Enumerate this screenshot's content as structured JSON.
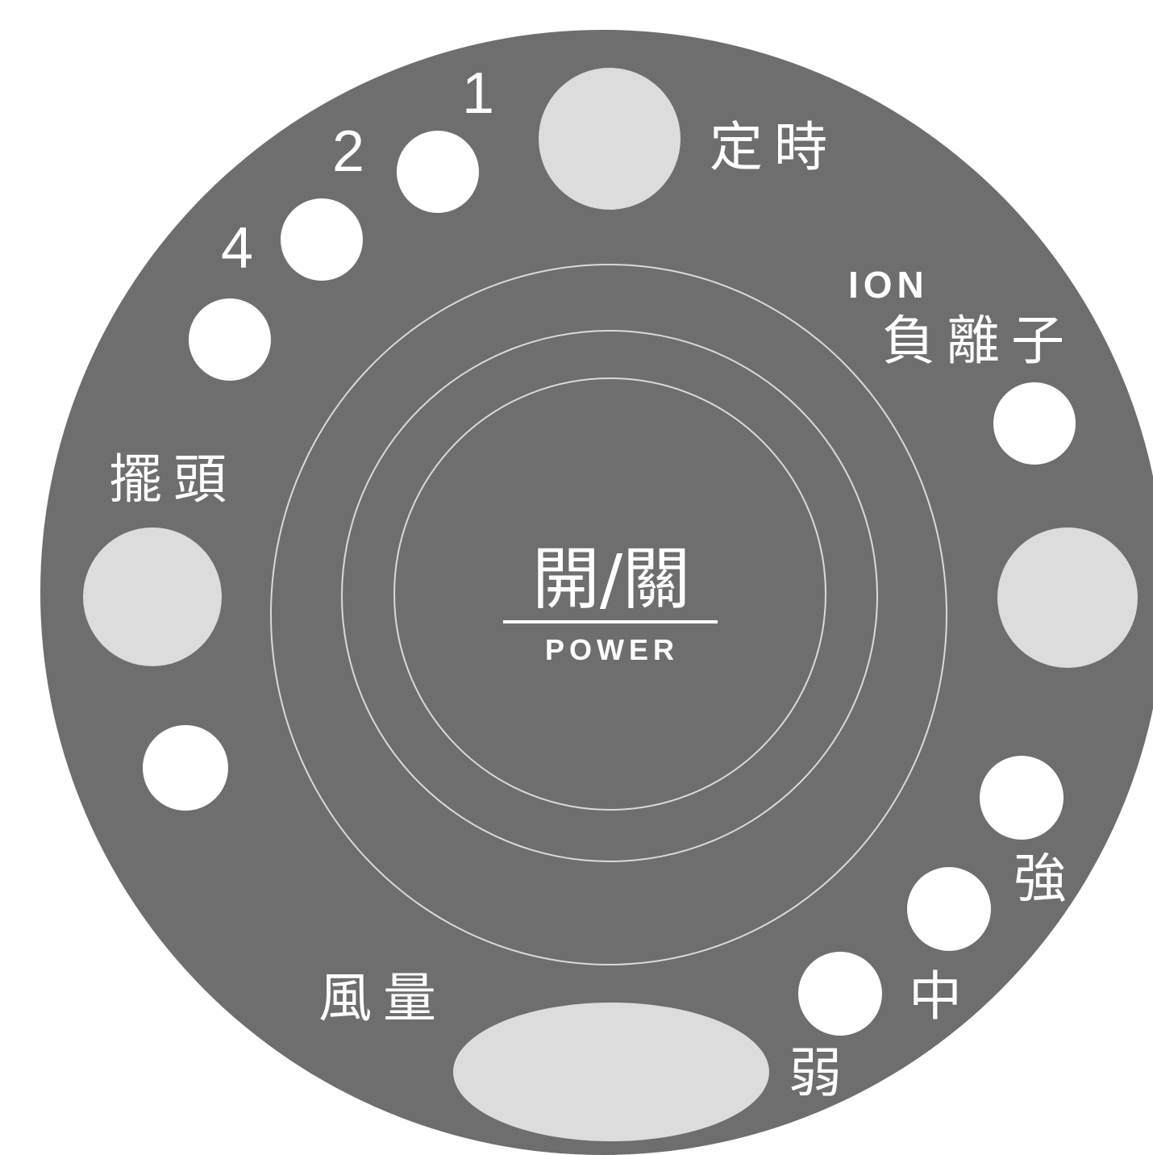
{
  "control_panel": {
    "timer_label": "定時",
    "timer_levels": [
      "1",
      "2",
      "4"
    ],
    "ion_logo": "ION",
    "ion_label": "負離子",
    "swing_label": "擺頭",
    "power_label": "開/關",
    "power_sublabel": "POWER",
    "fan_speed_label": "風量",
    "speed_levels": {
      "high": "強",
      "medium": "中",
      "low": "弱"
    }
  },
  "colors": {
    "panel": "#6e6e6e",
    "button": "#dcdcdc",
    "indicator": "#ffffff",
    "text": "#ffffff"
  }
}
